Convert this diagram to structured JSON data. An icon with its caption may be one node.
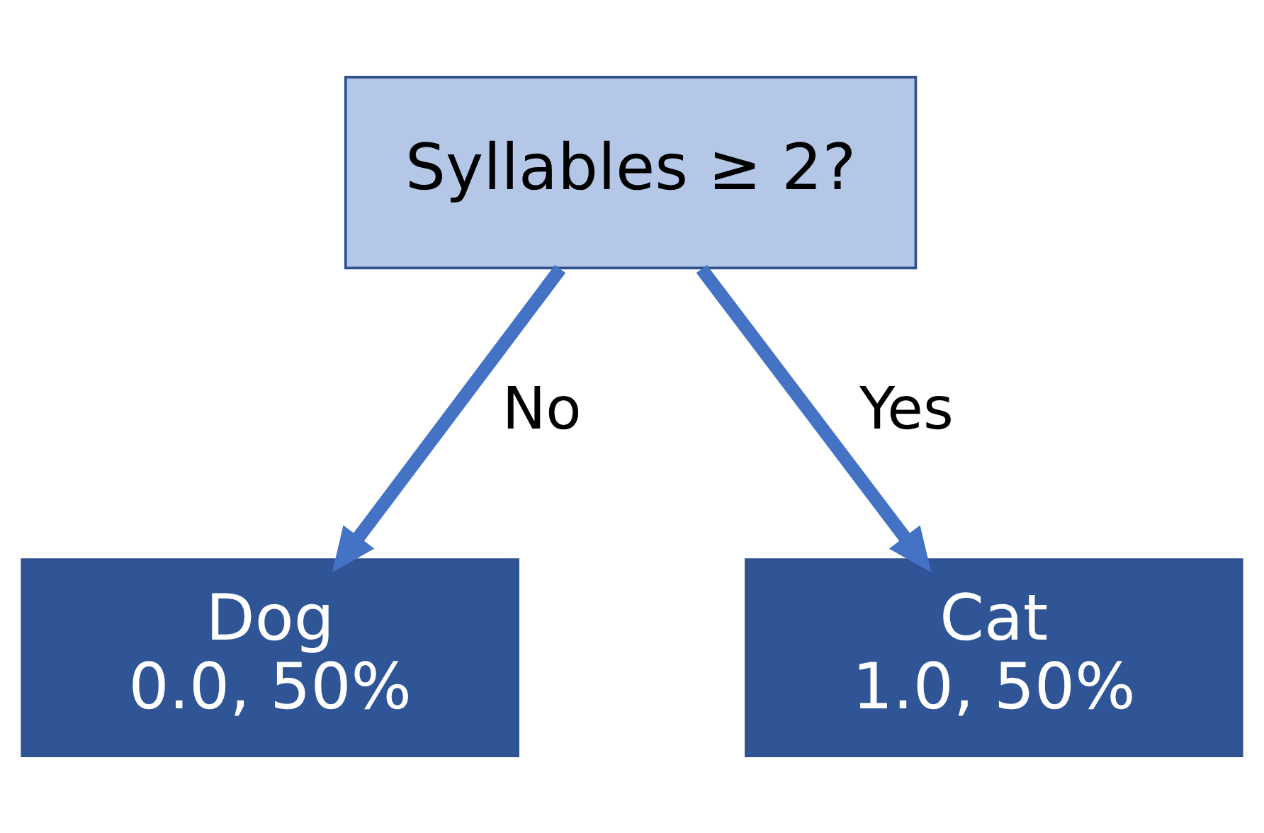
{
  "diagram": {
    "nodes": [
      {
        "text": [
          "Syllables ≥ 2?"
        ]
      },
      {
        "text": [
          "Dog",
          "0.0, 50%"
        ]
      },
      {
        "text": [
          "Cat",
          "1.0, 50%"
        ]
      }
    ],
    "edges": [
      {
        "from": 0,
        "to": 1,
        "arrow": "to",
        "label": "No"
      },
      {
        "from": 0,
        "to": 2,
        "arrow": "to",
        "label": "Yes"
      }
    ]
  }
}
